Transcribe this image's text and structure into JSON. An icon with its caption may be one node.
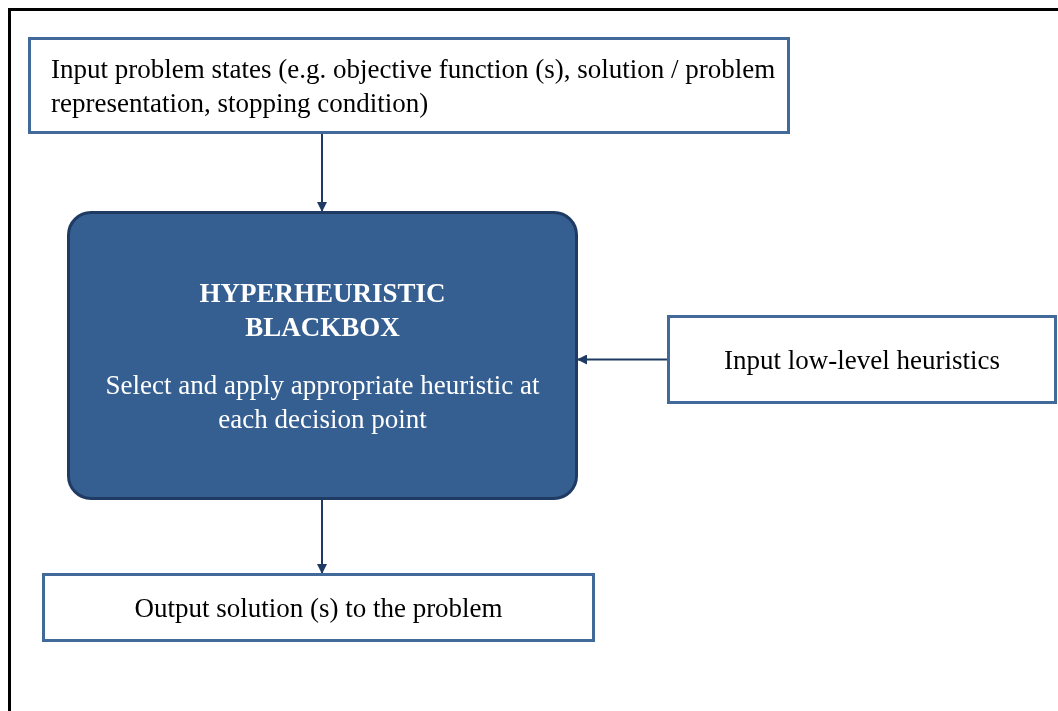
{
  "diagram": {
    "nodes": [
      {
        "text": [
          "Input problem states (e.g. objective function (s), solution / problem representation, stopping condition)"
        ]
      },
      {
        "text": [
          "HYPERHEURISTIC BLACKBOX",
          "Select and apply appropriate heuristic at each decision point"
        ]
      },
      {
        "text": [
          "Input low-level heuristics"
        ]
      },
      {
        "text": [
          "Output solution (s) to the problem"
        ]
      }
    ],
    "edges": [
      {
        "from": 0,
        "to": 1,
        "arrow": "to"
      },
      {
        "from": 2,
        "to": 1,
        "arrow": "to"
      },
      {
        "from": 1,
        "to": 3,
        "arrow": "to"
      }
    ]
  }
}
